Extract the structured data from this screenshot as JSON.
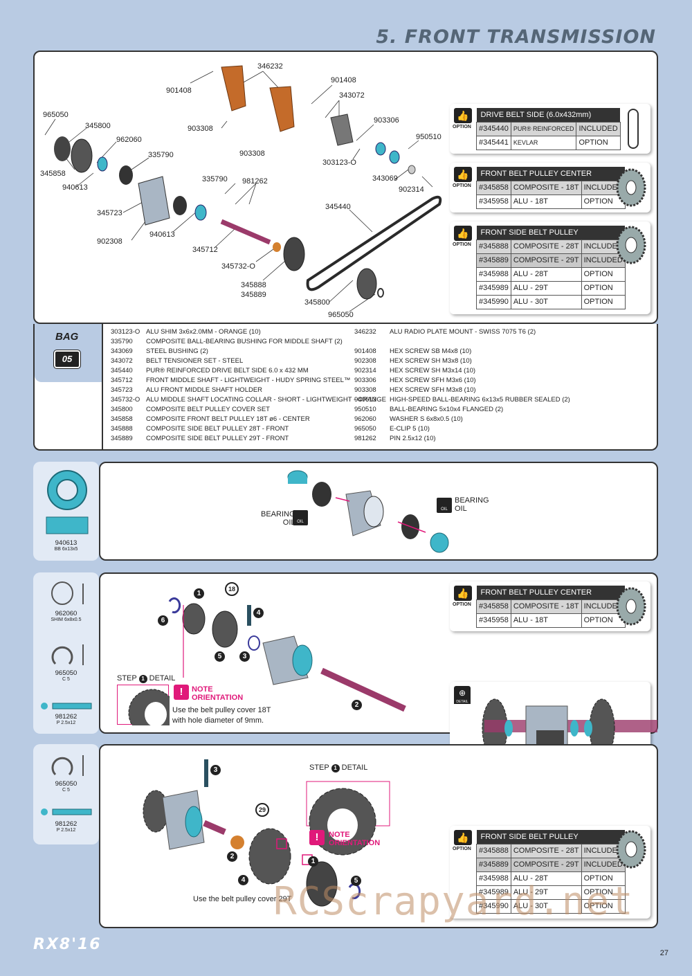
{
  "header": {
    "title": "5. FRONT TRANSMISSION"
  },
  "diagram1": {
    "labels": [
      "901408",
      "346232",
      "901408",
      "343072",
      "965050",
      "345800",
      "903308",
      "903306",
      "962060",
      "903308",
      "950510",
      "335790",
      "303123-O",
      "345858",
      "940613",
      "343069",
      "902314",
      "335790",
      "981262",
      "345723",
      "345440",
      "940613",
      "902308",
      "345712",
      "345732-O",
      "345888",
      "345889",
      "345800",
      "965050"
    ]
  },
  "options_top": [
    {
      "label": "OPTION",
      "header": "DRIVE BELT SIDE (6.0x432mm)",
      "rows": [
        [
          "#345440",
          "PUR® REINFORCED",
          "INCLUDED"
        ],
        [
          "#345441",
          "KEVLAR",
          "OPTION"
        ]
      ]
    },
    {
      "label": "OPTION",
      "header": "FRONT BELT PULLEY CENTER",
      "rows": [
        [
          "#345858",
          "COMPOSITE - 18T",
          "INCLUDED"
        ],
        [
          "#345958",
          "ALU - 18T",
          "OPTION"
        ]
      ]
    },
    {
      "label": "OPTION",
      "header": "FRONT SIDE BELT PULLEY",
      "rows": [
        [
          "#345888",
          "COMPOSITE - 28T",
          "INCLUDED"
        ],
        [
          "#345889",
          "COMPOSITE - 29T",
          "INCLUDED"
        ],
        [
          "#345988",
          "ALU - 28T",
          "OPTION"
        ],
        [
          "#345989",
          "ALU - 29T",
          "OPTION"
        ],
        [
          "#345990",
          "ALU - 30T",
          "OPTION"
        ]
      ]
    }
  ],
  "bag": {
    "title": "BAG",
    "number": "05",
    "left": [
      [
        "303123-O",
        "ALU SHIM 3x6x2.0MM - ORANGE (10)"
      ],
      [
        "335790",
        "COMPOSITE BALL-BEARING BUSHING FOR MIDDLE SHAFT (2)"
      ],
      [
        "343069",
        "STEEL BUSHING (2)"
      ],
      [
        "343072",
        "BELT TENSIONER SET - STEEL"
      ],
      [
        "345440",
        "PUR® REINFORCED DRIVE BELT SIDE 6.0 x 432 MM"
      ],
      [
        "345712",
        "FRONT MIDDLE SHAFT - LIGHTWEIGHT - HUDY SPRING STEEL™"
      ],
      [
        "345723",
        "ALU FRONT MIDDLE SHAFT HOLDER"
      ],
      [
        "345732-O",
        "ALU MIDDLE SHAFT LOCATING COLLAR - SHORT - LIGHTWEIGHT - ORANGE"
      ],
      [
        "345800",
        "COMPOSITE BELT PULLEY COVER SET"
      ],
      [
        "345858",
        "COMPOSITE FRONT BELT PULLEY 18T ø6 - CENTER"
      ],
      [
        "345888",
        "COMPOSITE SIDE BELT PULLEY 28T - FRONT"
      ],
      [
        "345889",
        "COMPOSITE SIDE BELT PULLEY 29T - FRONT"
      ]
    ],
    "right": [
      [
        "346232",
        "ALU RADIO PLATE MOUNT - SWISS 7075 T6 (2)"
      ],
      [
        "",
        ""
      ],
      [
        "901408",
        "HEX SCREW SB M4x8  (10)"
      ],
      [
        "902308",
        "HEX SCREW SH M3x8  (10)"
      ],
      [
        "902314",
        "HEX SCREW SH M3x14  (10)"
      ],
      [
        "903306",
        "HEX SCREW SFH M3x6  (10)"
      ],
      [
        "903308",
        "HEX SCREW SFH M3x8  (10)"
      ],
      [
        "940613",
        "HIGH-SPEED BALL-BEARING 6x13x5 RUBBER SEALED (2)"
      ],
      [
        "950510",
        "BALL-BEARING 5x10x4 FLANGED  (2)"
      ],
      [
        "962060",
        "WASHER S 6x8x0.5  (10)"
      ],
      [
        "965050",
        "E-CLIP 5  (10)"
      ],
      [
        "981262",
        "PIN 2.5x12  (10)"
      ]
    ]
  },
  "step1": {
    "side_part": "940613",
    "side_sub": "BB 6x13x5",
    "oil_left": "BEARING\nOIL",
    "oil_right": "BEARING\nOIL",
    "oil_icon": "OIL"
  },
  "step2": {
    "side_parts": [
      [
        "962060",
        "SHIM 6x8x0.5"
      ],
      [
        "965050",
        "C 5"
      ],
      [
        "981262",
        "P 2.5x12"
      ]
    ],
    "teeth_badge": "18",
    "detail_title": "STEP",
    "detail_suffix": "DETAIL",
    "note": "NOTE\nORIENTATION",
    "text1": "Use the belt pulley cover 18T",
    "text2": "with hole diameter of 9mm.",
    "option": {
      "label": "OPTION",
      "header": "FRONT BELT PULLEY CENTER",
      "rows": [
        [
          "#345858",
          "COMPOSITE - 18T",
          "INCLUDED"
        ],
        [
          "#345958",
          "ALU - 18T",
          "OPTION"
        ]
      ]
    },
    "detail_label": "DETAIL"
  },
  "step3": {
    "side_parts": [
      [
        "965050",
        "C 5"
      ],
      [
        "981262",
        "P 2.5x12"
      ]
    ],
    "teeth_badge": "29",
    "detail_title": "STEP",
    "detail_suffix": "DETAIL",
    "note": "NOTE\nORIENTATION",
    "text1": "Use the belt pulley cover 29T",
    "option": {
      "label": "OPTION",
      "header": "FRONT SIDE BELT PULLEY",
      "rows": [
        [
          "#345888",
          "COMPOSITE - 28T",
          "INCLUDED"
        ],
        [
          "#345889",
          "COMPOSITE - 29T",
          "INCLUDED"
        ],
        [
          "#345988",
          "ALU - 28T",
          "OPTION"
        ],
        [
          "#345989",
          "ALU - 29T",
          "OPTION"
        ],
        [
          "#345990",
          "ALU - 30T",
          "OPTION"
        ]
      ]
    }
  },
  "step_numbers": {
    "one": "1",
    "two": "2",
    "three": "3",
    "four": "4",
    "five": "5",
    "six": "6"
  },
  "footer": {
    "logo": "RX8'16",
    "page": "27",
    "watermark": "RCScrapyard.net"
  }
}
